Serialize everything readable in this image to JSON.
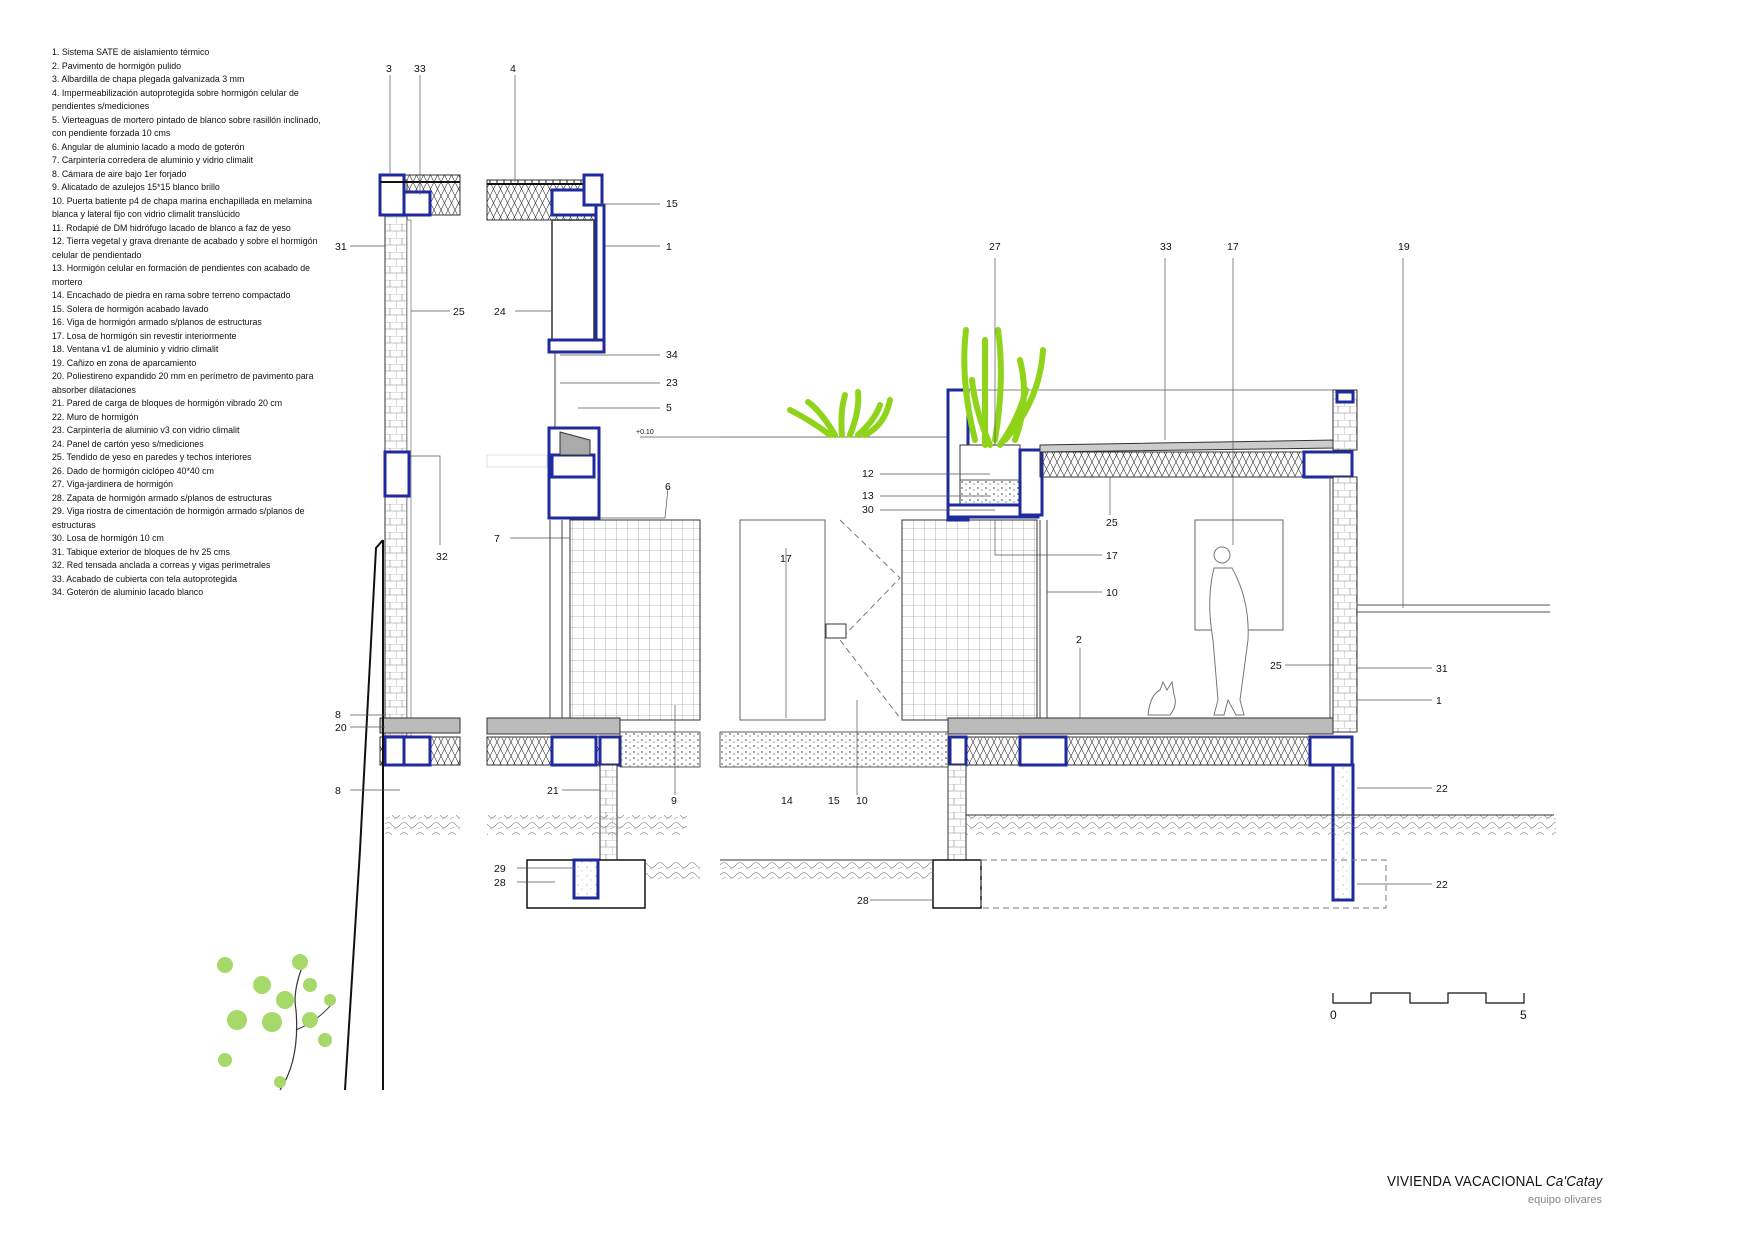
{
  "legend": [
    "1. Sistema SATE de aislamiento térmico",
    "2. Pavimento de hormigón pulido",
    "3. Albardilla de chapa plegada galvanizada 3 mm",
    "4. Impermeabilización autoprotegida sobre hormigón celular de pendientes s/mediciones",
    "5. Vierteaguas de mortero pintado de blanco sobre rasillón inclinado, con pendiente forzada 10 cms",
    "6. Angular de aluminio lacado a modo de goterón",
    "7. Carpintería corredera de aluminio y vidrio climalit",
    "8. Cámara de aire bajo 1er forjado",
    "9. Alicatado de azulejos 15*15 blanco brillo",
    "10. Puerta batiente p4 de chapa marina enchapillada en melamina blanca y lateral fijo con vidrio climalit translúcido",
    "11. Rodapié de DM hidrófugo lacado de blanco a faz de yeso",
    "12. Tierra vegetal y grava drenante de acabado y sobre el hormigón celular de pendientado",
    "13. Hormigón celular en formación de pendientes con acabado de mortero",
    "14. Encachado de piedra en rama sobre terreno compactado",
    "15. Solera de hormigón acabado lavado",
    "16. Viga de hormigón armado s/planos de estructuras",
    "17. Losa de hormigón sin revestir interiormente",
    "18. Ventana v1 de aluminio y vidrio climalit",
    "19. Cañizo en zona de aparcamiento",
    "20. Poliestireno expandido 20 mm en perímetro de pavimento para absorber dilataciones",
    "21. Pared de carga de bloques de hormigón vibrado 20 cm",
    "22. Muro de hormigón",
    "23. Carpintería de aluminio v3 con vidrio climalit",
    "24. Panel de cartón yeso s/mediciones",
    "25. Tendido de yeso en paredes y techos interiores",
    "26. Dado de hormigón ciclópeo 40*40 cm",
    "27. Viga-jardinera de hormigón",
    "28. Zapata de hormigón armado s/planos de estructuras",
    "29. Viga riostra de cimentación de hormigón armado s/planos de estructuras",
    "30. Losa de hormigón 10 cm",
    "31. Tabique exterior de bloques de hv 25 cms",
    "32. Red tensada anclada a correas y vigas perimetrales",
    "33. Acabado de cubierta con tela autoprotegida",
    "34. Goterón de aluminio lacado blanco"
  ],
  "callouts": {
    "c3": "3",
    "c33a": "33",
    "c4": "4",
    "c15": "15",
    "c1a": "1",
    "c31a": "31",
    "c25a": "25",
    "c24": "24",
    "c34": "34",
    "c23": "23",
    "c5": "5",
    "c6": "6",
    "c32": "32",
    "c7": "7",
    "c17a": "17",
    "c8a": "8",
    "c20": "20",
    "c8b": "8",
    "c21": "21",
    "c9": "9",
    "c14": "14",
    "c15b": "15",
    "c10a": "10",
    "c29": "29",
    "c28a": "28",
    "c28b": "28",
    "c27": "27",
    "c33b": "33",
    "c17b": "17",
    "c19": "19",
    "c12": "12",
    "c13": "13",
    "c30": "30",
    "c25b": "25",
    "c17c": "17",
    "c10b": "10",
    "c2": "2",
    "c25c": "25",
    "c31b": "31",
    "c1b": "1",
    "c22a": "22",
    "c22b": "22",
    "level": "+0.10"
  },
  "scale": {
    "start": "0",
    "end": "5"
  },
  "title": {
    "main": "VIVIENDA VACACIONAL ",
    "italic": "Ca'Catay",
    "author": "equipo olivares"
  },
  "colors": {
    "structure": "#1f2a9e",
    "insulation_accent": "#d9202a",
    "vegetation": "#8fd41a",
    "leaves": "#a6d96a"
  }
}
